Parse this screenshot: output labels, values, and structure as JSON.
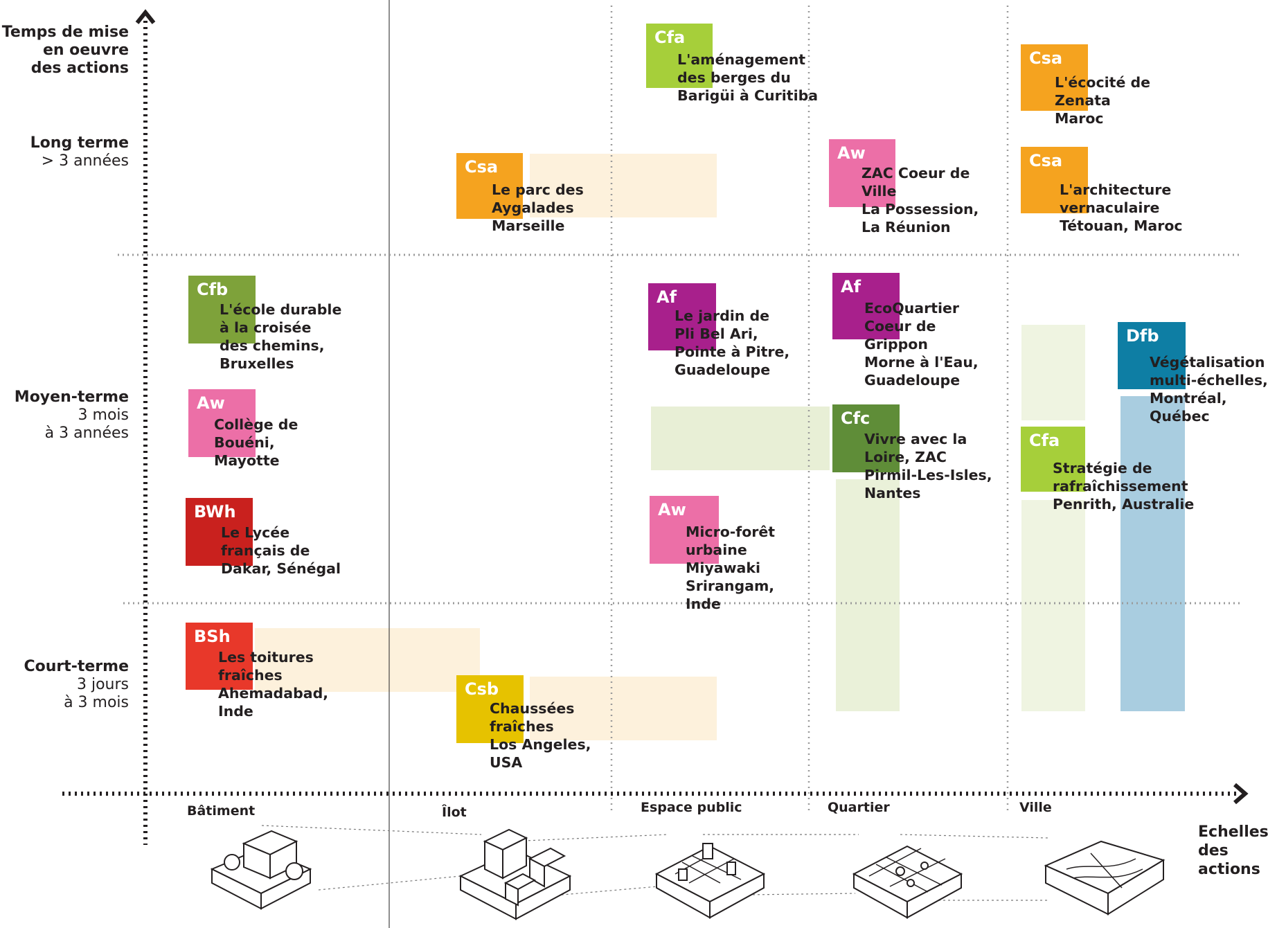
{
  "axes": {
    "y_title": "Temps de mise\nen oeuvre\ndes actions",
    "x_title": "Echelles\ndes\nactions",
    "y_levels": [
      {
        "title": "Long terme",
        "sub": "> 3 années"
      },
      {
        "title": "Moyen-terme",
        "sub": "3 mois\nà 3 années"
      },
      {
        "title": "Court-terme",
        "sub": "3 jours\nà 3 mois"
      }
    ],
    "x_levels": [
      "Bâtiment",
      "Îlot",
      "Espace public",
      "Quartier",
      "Ville"
    ]
  },
  "projects": [
    {
      "code": "Cfa",
      "color": "#a6cf3a",
      "text": "L'aménagement\ndes berges du\nBarigüi à Curitiba"
    },
    {
      "code": "Csa",
      "color": "#f5a31f",
      "text": "L'écocité de\nZenata\nMaroc"
    },
    {
      "code": "Csa",
      "color": "#f5a31f",
      "text": "Le parc des\nAygalades\nMarseille"
    },
    {
      "code": "Aw",
      "color": "#ec6fa7",
      "text": "ZAC Coeur de\nVille\nLa Possession,\nLa Réunion"
    },
    {
      "code": "Csa",
      "color": "#f5a31f",
      "text": "L'architecture\nvernaculaire\nTétouan, Maroc"
    },
    {
      "code": "Cfb",
      "color": "#7ea23a",
      "text": "L'école durable\nà la croisée\ndes chemins,\nBruxelles"
    },
    {
      "code": "Af",
      "color": "#a8208c",
      "text": "Le jardin de\nPli Bel Ari,\nPointe à Pitre,\nGuadeloupe"
    },
    {
      "code": "Af",
      "color": "#a8208c",
      "text": "EcoQuartier\nCoeur de\nGrippon\nMorne à l'Eau,\nGuadeloupe"
    },
    {
      "code": "Dfb",
      "color": "#0e7ea4",
      "text": "Végétalisation\nmulti-échelles,\nMontréal,\nQuébec"
    },
    {
      "code": "Aw",
      "color": "#ec6fa7",
      "text": "Collège de\nBouéni,\nMayotte"
    },
    {
      "code": "Cfc",
      "color": "#5f8d38",
      "text": "Vivre avec la\nLoire, ZAC\nPirmil-Les-Isles,\nNantes"
    },
    {
      "code": "Cfa",
      "color": "#a6cf3a",
      "text": "Stratégie de\nrafraîchissement\nPenrith, Australie"
    },
    {
      "code": "BWh",
      "color": "#c9211e",
      "text": "Le Lycée\nfrançais de\nDakar, Sénégal"
    },
    {
      "code": "Aw",
      "color": "#ec6fa7",
      "text": "Micro-forêt\nurbaine\nMiyawaki\nSrirangam,\nInde"
    },
    {
      "code": "BSh",
      "color": "#e8382a",
      "text": "Les toitures\nfraîches\nAhemadabad,\nInde"
    },
    {
      "code": "Csb",
      "color": "#e6c200",
      "text": "Chaussées\nfraîches\nLos Angeles,\nUSA"
    }
  ]
}
